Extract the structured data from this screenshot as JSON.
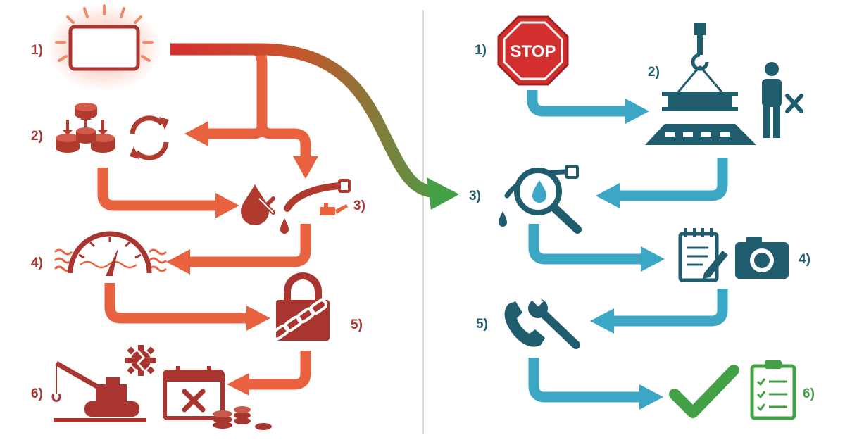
{
  "colors": {
    "red_dark": "#a8352f",
    "red_icon": "#b03a2e",
    "orange_arrow": "#e8623f",
    "teal_dark": "#1f5c6d",
    "teal_arrow": "#3ba7c4",
    "green_check": "#43a047",
    "divider": "#cfcfcf"
  },
  "left_steps": [
    {
      "number": "1)",
      "icon": "glowing-warning-panel-icon"
    },
    {
      "number": "2)",
      "icon": "coin-stacks-and-refresh-icon"
    },
    {
      "number": "3)",
      "icon": "oil-leak-hose-icon"
    },
    {
      "number": "4)",
      "icon": "overheating-gauge-icon"
    },
    {
      "number": "5)",
      "icon": "padlock-chain-icon"
    },
    {
      "number": "6)",
      "icon": "crane-broken-gear-cancelled-calendar-coins-icon"
    }
  ],
  "right_steps": [
    {
      "number": "1)",
      "icon": "stop-sign-icon",
      "stop_text": "STOP"
    },
    {
      "number": "2)",
      "icon": "lowered-load-and-worker-icon"
    },
    {
      "number": "3)",
      "icon": "inspect-leak-magnifier-icon"
    },
    {
      "number": "4)",
      "icon": "notepad-and-camera-icon"
    },
    {
      "number": "5)",
      "icon": "phone-and-wrench-icon"
    },
    {
      "number": "6)",
      "icon": "checkmark-and-checklist-icon"
    }
  ]
}
